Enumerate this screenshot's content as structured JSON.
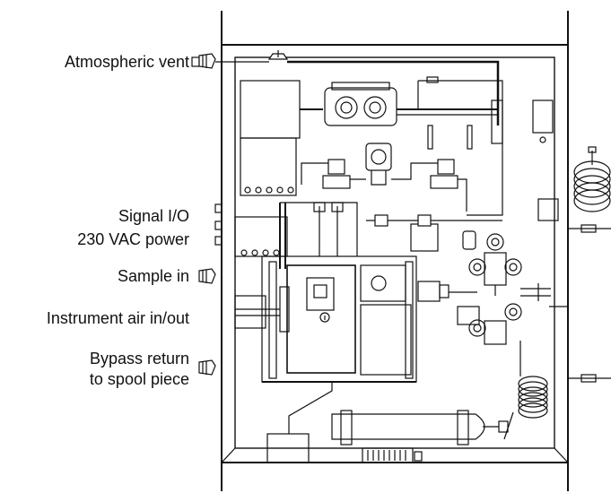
{
  "labels": {
    "atmospheric_vent": "Atmospheric vent",
    "signal_io": "Signal I/O",
    "power_230": "230 VAC power",
    "sample_in": "Sample in",
    "instrument_air": "Instrument air in/out",
    "bypass_line1": "Bypass return",
    "bypass_line2": "to spool piece"
  },
  "colors": {
    "line": "#111111",
    "background": "#ffffff"
  }
}
